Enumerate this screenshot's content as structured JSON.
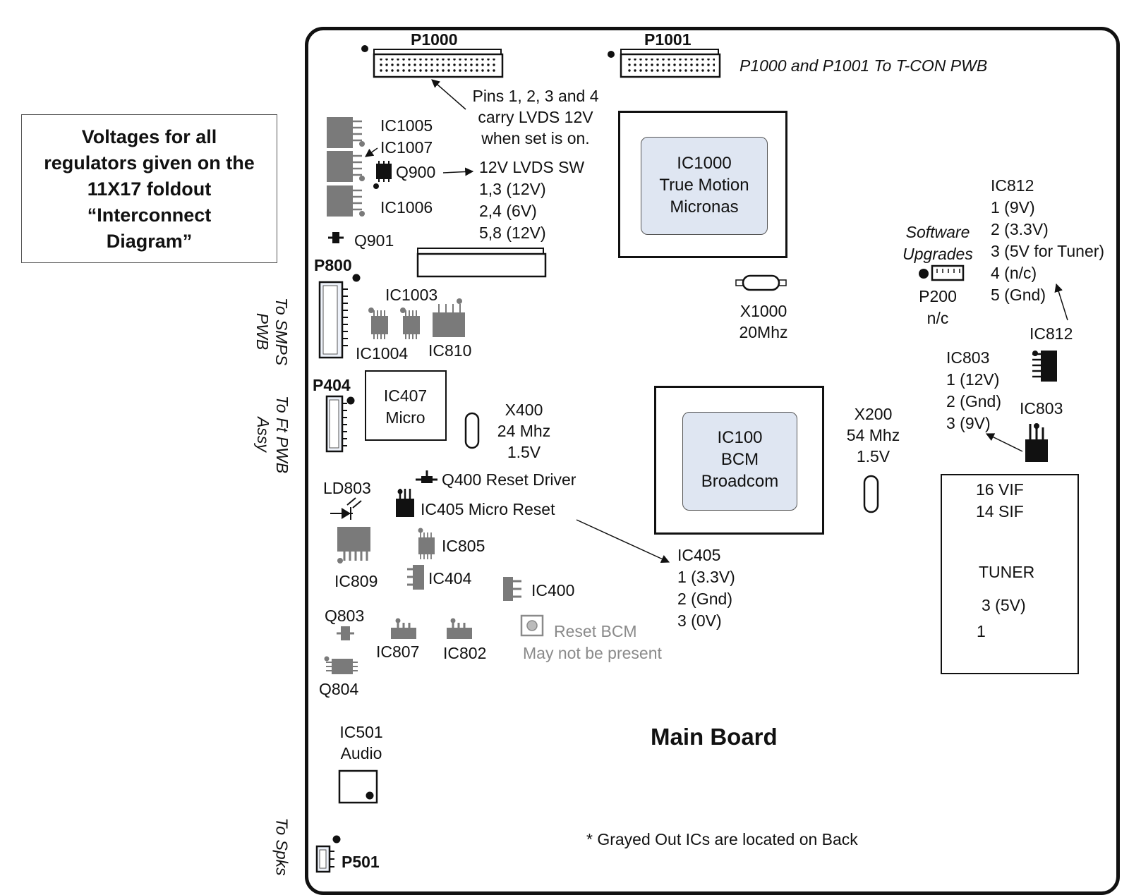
{
  "note": {
    "line1": "Voltages for all",
    "line2": "regulators given on the",
    "line3": "11X17 foldout",
    "line4": "“Interconnect",
    "line5": "Diagram”"
  },
  "connectors": {
    "p1000": "P1000",
    "p1001": "P1001",
    "p1000_p1001_note": "P1000 and P1001 To T-CON PWB",
    "p800": "P800",
    "p404": "P404",
    "p501": "P501",
    "p200": "P200",
    "p200_nc": "n/c"
  },
  "side_labels": {
    "smps_1": "To SMPS",
    "smps_2": "PWB",
    "ft_1": "To Ft PWB",
    "ft_2": "Assy",
    "spks": "To Spks"
  },
  "lvds_note": {
    "line1": "Pins 1, 2, 3 and 4",
    "line2": "carry LVDS 12V",
    "line3": "when set is on."
  },
  "q900_info": {
    "title": "12V LVDS SW",
    "p1": "1,3 (12V)",
    "p2": "2,4 (6V)",
    "p3": "5,8 (12V)"
  },
  "labels": {
    "ic1005": "IC1005",
    "ic1007": "IC1007",
    "q900": "Q900",
    "ic1006": "IC1006",
    "q901": "Q901",
    "ic1003": "IC1003",
    "ic1004": "IC1004",
    "ic810": "IC810",
    "x1000": "X1000",
    "x1000_freq": "20Mhz",
    "x400": "X400",
    "x400_freq": "24 Mhz",
    "x400_v": "1.5V",
    "x200": "X200",
    "x200_freq": "54 Mhz",
    "x200_v": "1.5V",
    "ld803": "LD803",
    "q400": "Q400 Reset Driver",
    "ic405": "IC405 Micro Reset",
    "ic805": "IC805",
    "ic809": "IC809",
    "ic404": "IC404",
    "ic400": "IC400",
    "q803": "Q803",
    "ic807": "IC807",
    "ic802": "IC802",
    "q804": "Q804",
    "reset_bcm": "Reset BCM",
    "may_not": "May not be present",
    "ic501": "IC501",
    "ic501_sub": "Audio",
    "ic812_chip": "IC812",
    "ic803_chip": "IC803",
    "software": "Software",
    "upgrades": "Upgrades"
  },
  "ic1000": {
    "name": "IC1000",
    "l2": "True Motion",
    "l3": "Micronas"
  },
  "ic100": {
    "name": "IC100",
    "l2": "BCM",
    "l3": "Broadcom"
  },
  "ic407": {
    "name": "IC407",
    "l2": "Micro"
  },
  "ic812_pins": {
    "title": "IC812",
    "p1": "1 (9V)",
    "p2": "2 (3.3V)",
    "p3": "3 (5V for Tuner)",
    "p4": "4 (n/c)",
    "p5": "5 (Gnd)"
  },
  "ic803_pins": {
    "title": "IC803",
    "p1": "1 (12V)",
    "p2": "2 (Gnd)",
    "p3": "3 (9V)"
  },
  "ic405_pins": {
    "title": "IC405",
    "p1": "1 (3.3V)",
    "p2": "2 (Gnd)",
    "p3": "3 (0V)"
  },
  "tuner": {
    "vif": "16 VIF",
    "sif": "14 SIF",
    "name": "TUNER",
    "p3": "3 (5V)",
    "p1": "1"
  },
  "board_title": "Main Board",
  "footnote": "* Grayed Out ICs are located on Back",
  "colors": {
    "gray_ic": "#7a7a7a",
    "chip_fill": "#dfe6f2",
    "line": "#111111"
  }
}
